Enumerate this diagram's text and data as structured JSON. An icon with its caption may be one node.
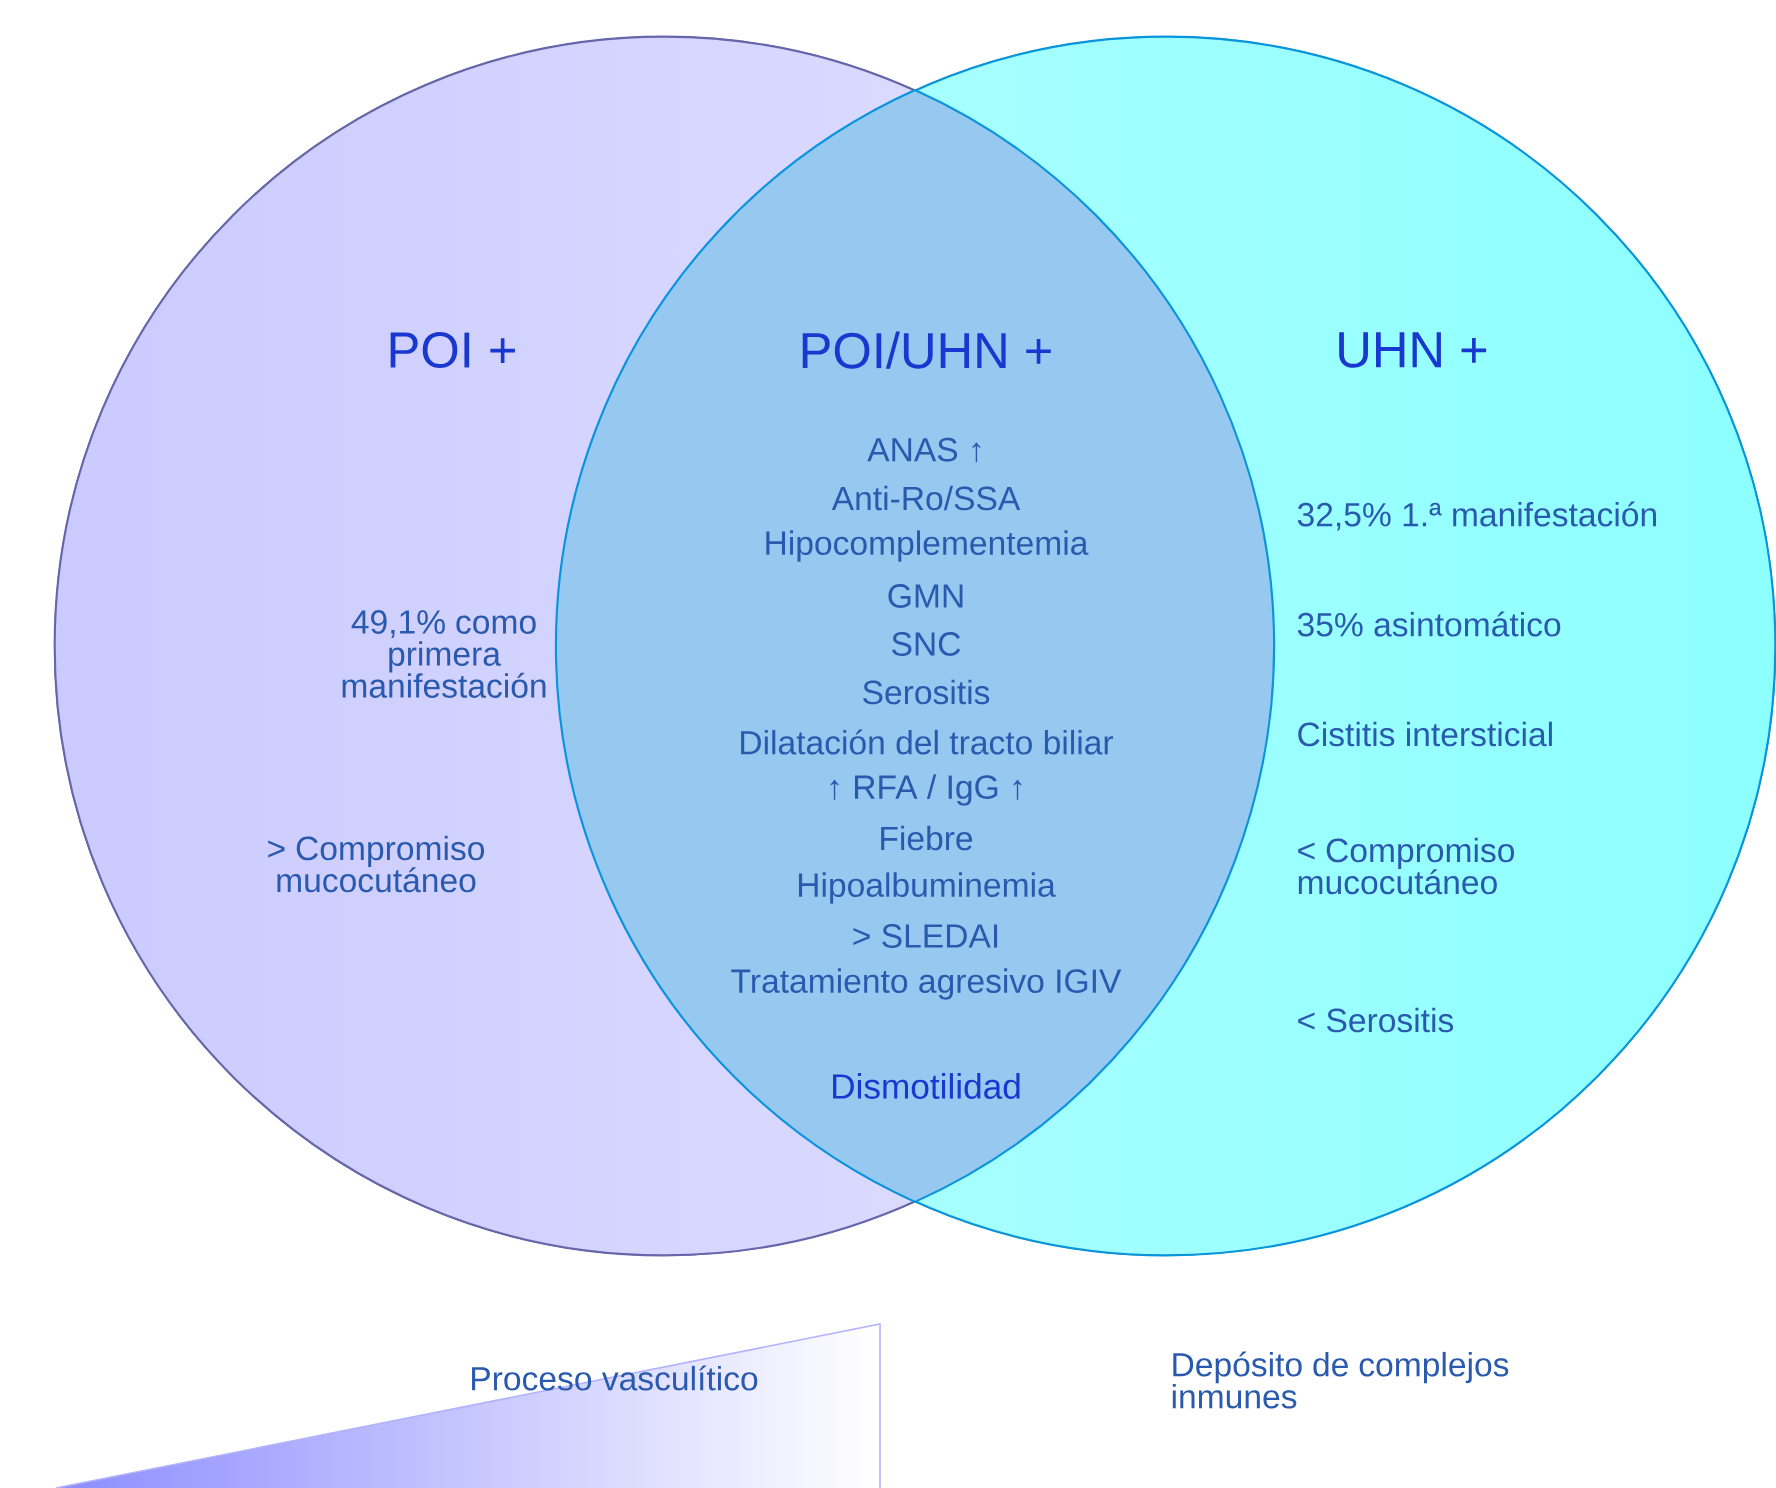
{
  "diagram": {
    "nodes": [
      {
        "text": [
          "POI +",
          "49,1% como primera manifestación",
          "> Compromiso mucocutáneo"
        ]
      },
      {
        "text": [
          "POI/UHN +",
          "ANAS ↑",
          "Anti-Ro/SSA",
          "Hipocomplementemia",
          "GMN",
          "SNC",
          "Serositis",
          "Dilatación del tracto biliar",
          "↑ RFA / IgG ↑",
          "Fiebre",
          "Hipoalbuminemia",
          "> SLEDAI",
          "Tratamiento agresivo IGIV",
          "Dismotilidad"
        ]
      },
      {
        "text": [
          "UHN +",
          "32,5% 1.ª manifestación",
          "35% asintomático",
          "Cistitis intersticial",
          "< Compromiso mucocutáneo",
          "< Serositis"
        ]
      },
      {
        "text": [
          "Proceso vasculítico"
        ]
      }
    ],
    "labels": [
      "Depósito de complejos inmunes"
    ]
  }
}
